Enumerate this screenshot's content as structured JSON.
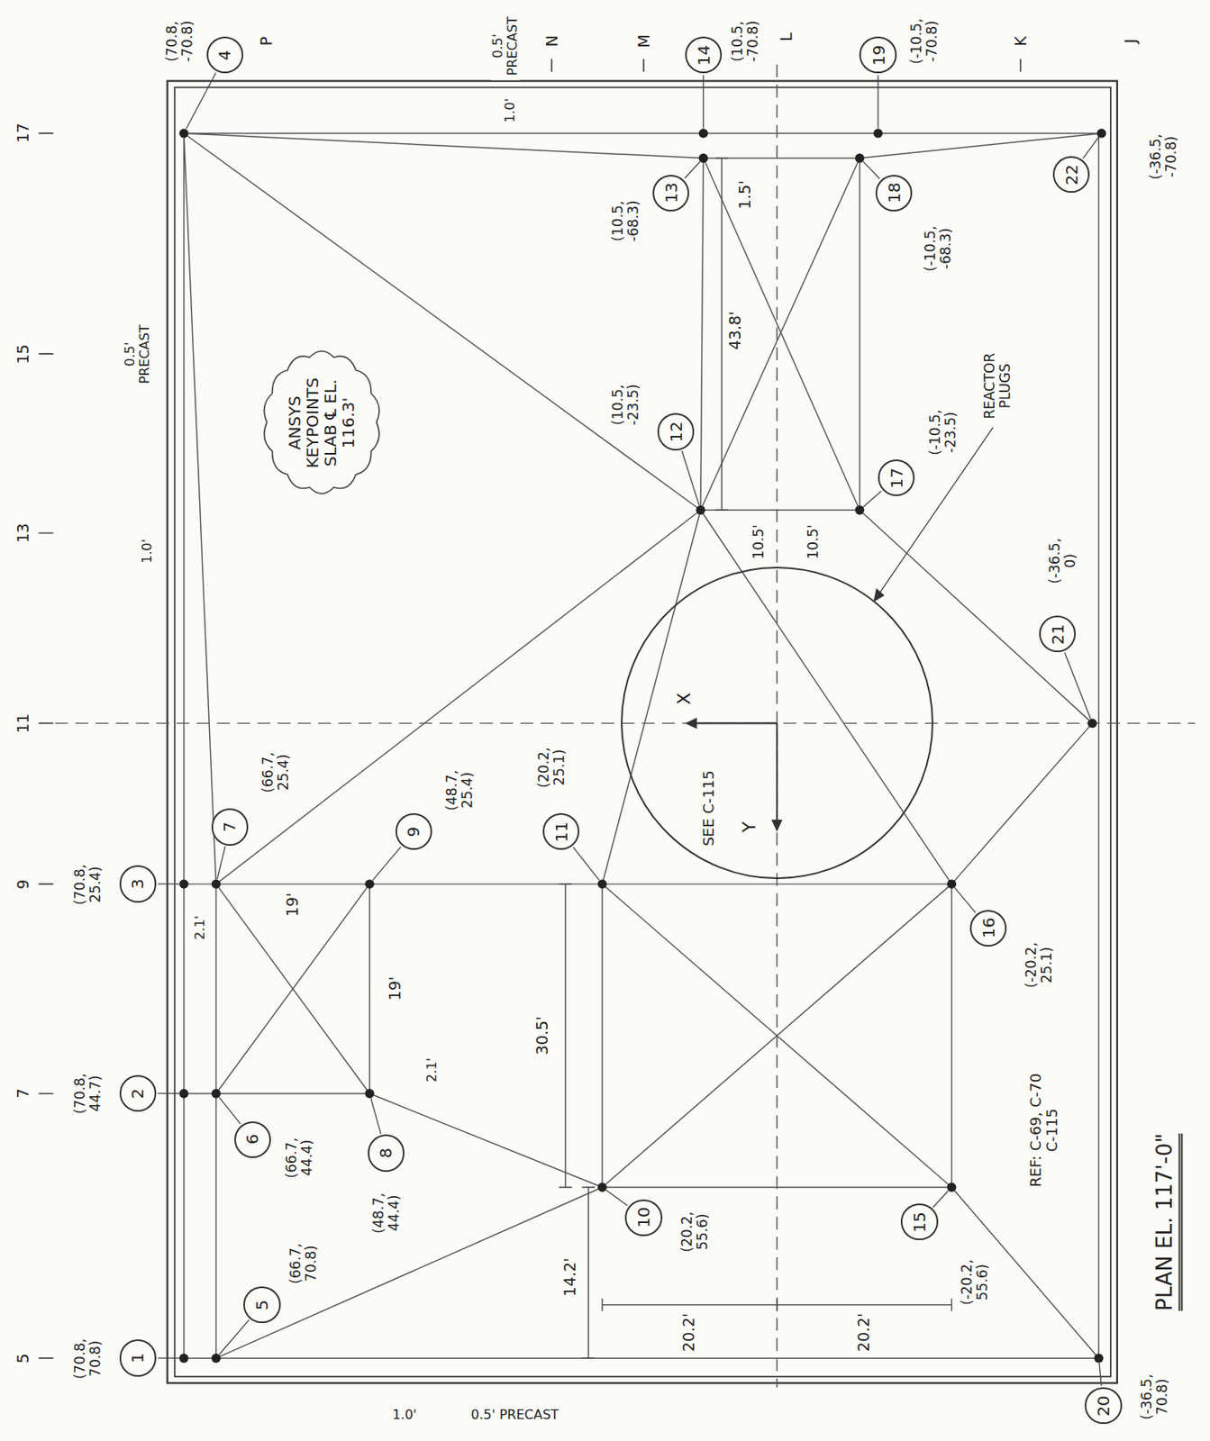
{
  "diagram": {
    "title": "PLAN EL. 117'-0\"",
    "nodes": [
      {
        "text": [
          "1"
        ]
      },
      {
        "text": [
          "2"
        ]
      },
      {
        "text": [
          "3"
        ]
      },
      {
        "text": [
          "4"
        ]
      },
      {
        "text": [
          "5"
        ]
      },
      {
        "text": [
          "6"
        ]
      },
      {
        "text": [
          "7"
        ]
      },
      {
        "text": [
          "8"
        ]
      },
      {
        "text": [
          "9"
        ]
      },
      {
        "text": [
          "10"
        ]
      },
      {
        "text": [
          "11"
        ]
      },
      {
        "text": [
          "12"
        ]
      },
      {
        "text": [
          "13"
        ]
      },
      {
        "text": [
          "14"
        ]
      },
      {
        "text": [
          "15"
        ]
      },
      {
        "text": [
          "16"
        ]
      },
      {
        "text": [
          "17"
        ]
      },
      {
        "text": [
          "18"
        ]
      },
      {
        "text": [
          "19"
        ]
      },
      {
        "text": [
          "20"
        ]
      },
      {
        "text": [
          "21"
        ]
      },
      {
        "text": [
          "22"
        ]
      },
      {
        "text": [
          "ANSYS KEYPOINTS SLAB ℄ EL. 116.3'"
        ]
      },
      {
        "text": [
          "SEE C-115"
        ]
      }
    ],
    "labels": [
      "17",
      "15",
      "13",
      "11",
      "9",
      "7",
      "5",
      "P",
      "0.5' PRECAST",
      "N",
      "M",
      "L",
      "K",
      "J",
      "1.0'",
      "(70.8, 70.8)",
      "(70.8, 44.7)",
      "(70.8, 25.4)",
      "(70.8, -70.8)",
      "(66.7, 70.8)",
      "(66.7, 44.4)",
      "(66.7, 25.4)",
      "(48.7, 44.4)",
      "(48.7, 25.4)",
      "(20.2, 55.6)",
      "(20.2, 25.1)",
      "(10.5, -23.5)",
      "(10.5, -68.3)",
      "(10.5, -70.8)",
      "(-20.2, 55.6)",
      "(-20.2, 25.1)",
      "(-10.5, -23.5)",
      "(-10.5, -68.3)",
      "(-10.5, -70.8)",
      "(-36.5, 70.8)",
      "(-36.5, 0)",
      "(-36.5, -70.8)",
      "0.5' PRECAST",
      "1.0'",
      "0.5' PRECAST",
      "1.0'",
      "1.5'",
      "43.8'",
      "10.5'",
      "10.5'",
      "2.1'",
      "19'",
      "19'",
      "2.1'",
      "30.5'",
      "14.2'",
      "20.2'",
      "20.2'",
      "X",
      "Y",
      "REACTOR PLUGS",
      "REF: C-69, C-70 C-115"
    ]
  }
}
